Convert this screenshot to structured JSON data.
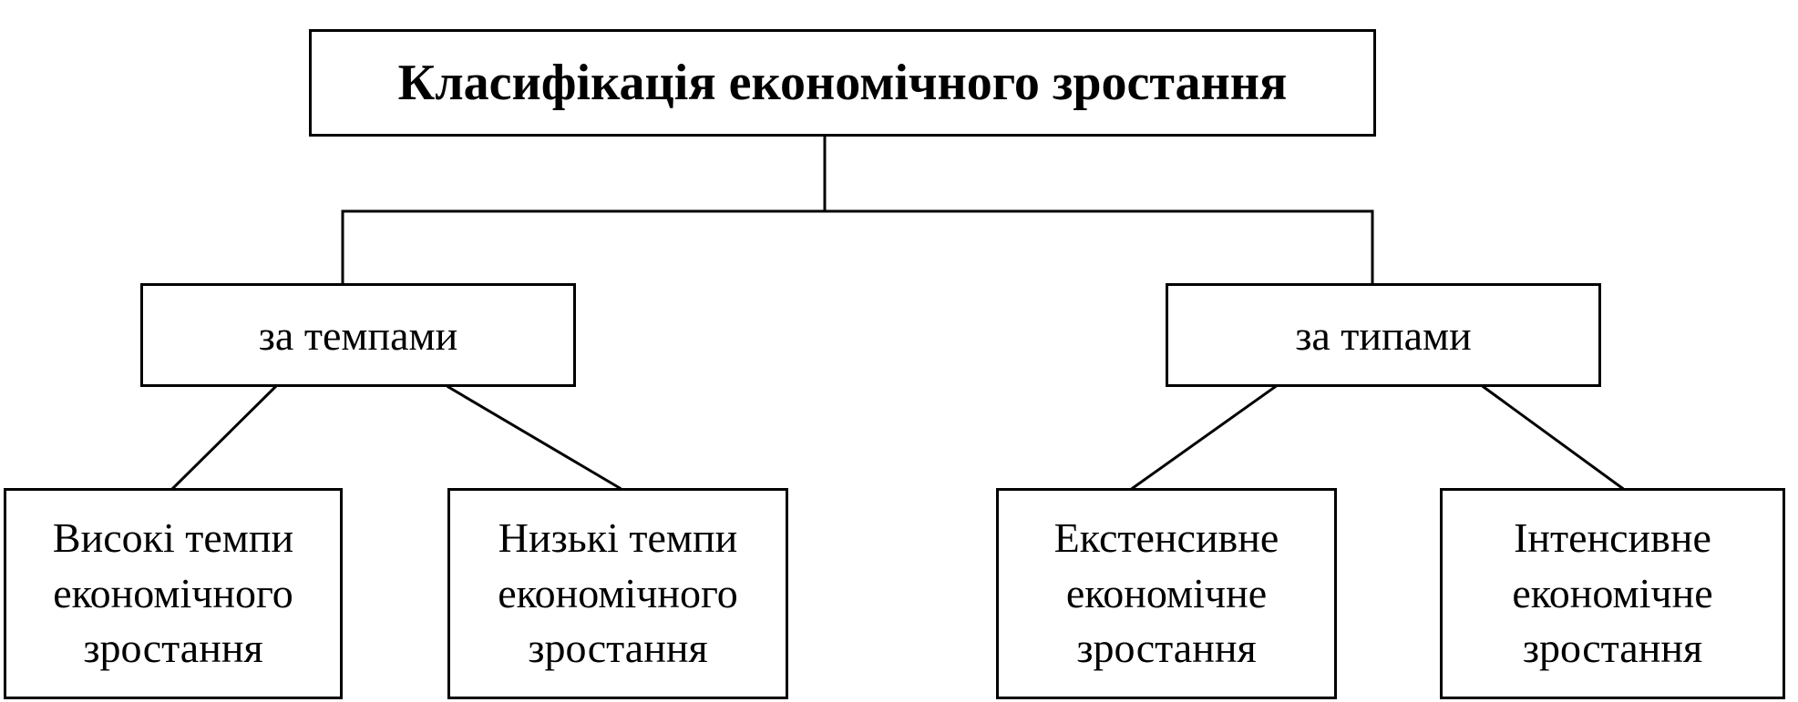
{
  "diagram": {
    "root": {
      "label": "Класифікація економічного зростання"
    },
    "categories": [
      {
        "label": "за темпами",
        "leaves": [
          "Високі темпи економічного зростання",
          "Низькі темпи економічного зростання"
        ]
      },
      {
        "label": "за типами",
        "leaves": [
          "Екстенсивне економічне зростання",
          "Інтенсивне економічне зростання"
        ]
      }
    ],
    "line_color": "#000000",
    "box_border_color": "#000000",
    "background_color": "#ffffff"
  }
}
